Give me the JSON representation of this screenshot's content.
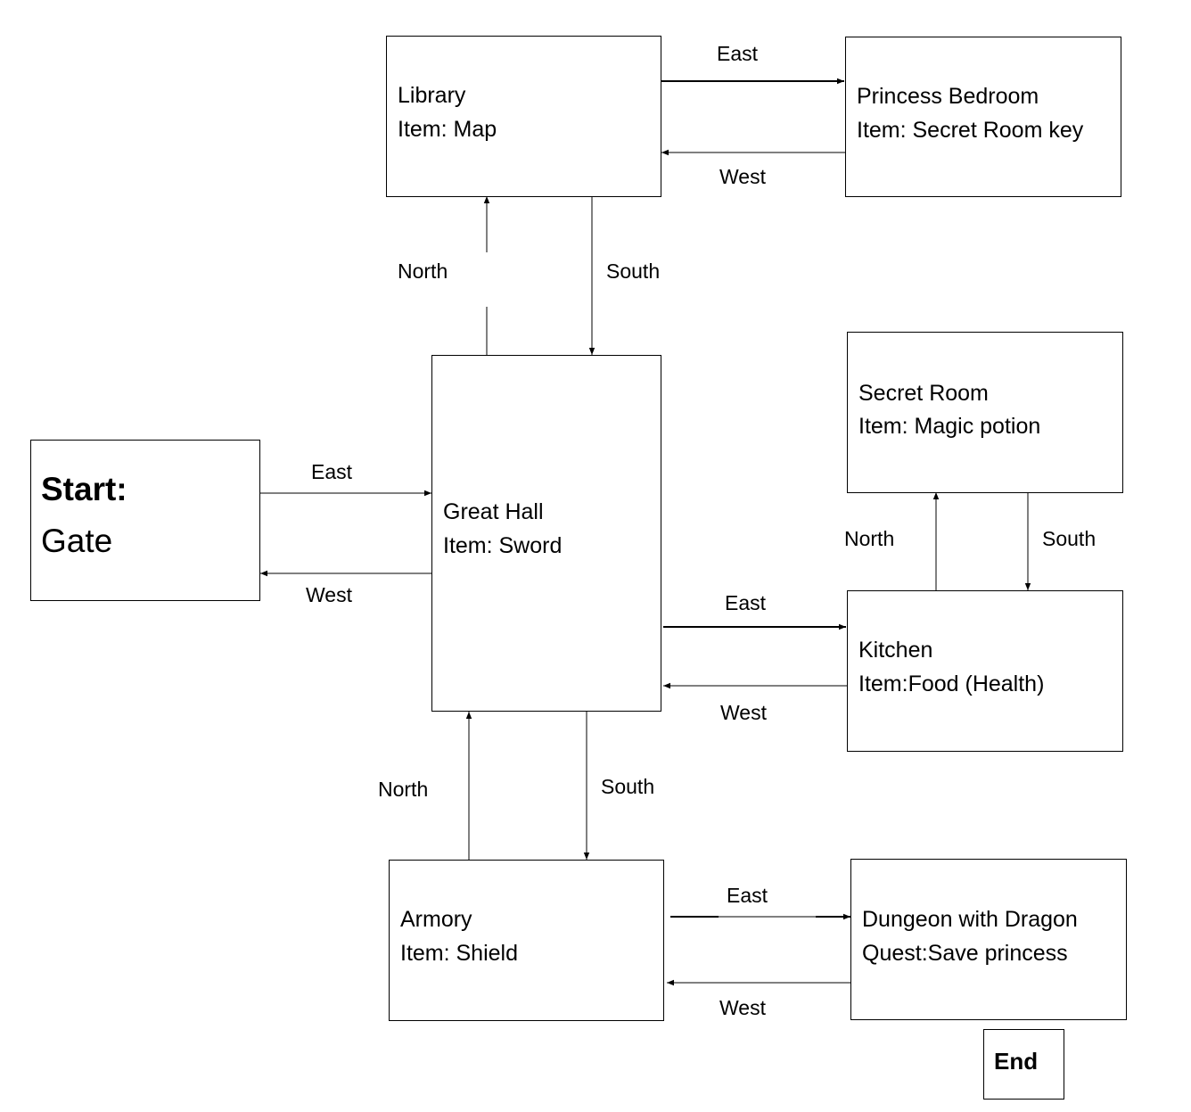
{
  "rooms": {
    "library": {
      "name": "Library",
      "item": "Item: Map"
    },
    "princess_bedroom": {
      "name": "Princess Bedroom",
      "item": "Item: Secret Room key"
    },
    "start": {
      "heading": "Start:",
      "name": "Gate"
    },
    "great_hall": {
      "name": "Great Hall",
      "item": "Item: Sword"
    },
    "secret_room": {
      "name": "Secret Room",
      "item": "Item: Magic potion"
    },
    "kitchen": {
      "name": "Kitchen",
      "item": "Item:Food (Health)"
    },
    "armory": {
      "name": "Armory",
      "item": "Item: Shield"
    },
    "dungeon": {
      "name": "Dungeon with Dragon",
      "quest": "Quest:Save princess"
    },
    "end": {
      "label": "End"
    }
  },
  "directions": {
    "library_east": "East",
    "bedroom_west": "West",
    "hall_north": "North",
    "library_south": "South",
    "gate_east": "East",
    "hall_west": "West",
    "hall_east": "East",
    "kitchen_west": "West",
    "kitchen_north": "North",
    "secret_south": "South",
    "armory_north": "North",
    "hall_south": "South",
    "armory_east": "East",
    "dungeon_west": "West"
  }
}
